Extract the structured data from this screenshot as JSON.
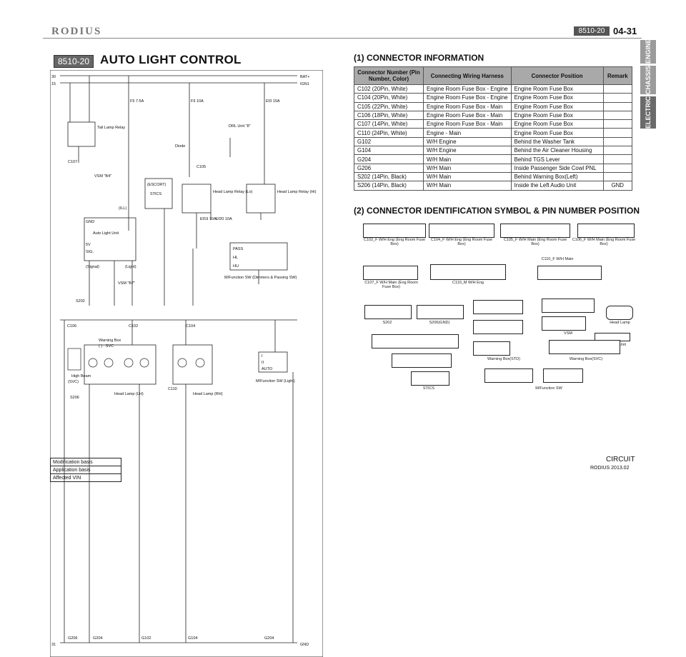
{
  "header": {
    "logo": "RODIUS",
    "section_code": "8510-20",
    "page_number": "04-31",
    "side_tabs": [
      "ENGINE",
      "CHASSIS",
      "ELECTRIC"
    ]
  },
  "left": {
    "badge": "8510-20",
    "title": "AUTO LIGHT CONTROL",
    "labels": {
      "bus30": "30",
      "bus15": "15",
      "bus31": "31",
      "batp": "BAT+",
      "ign1": "IGN1",
      "gnd": "GND",
      "tail_relay": "Tail Lamp Relay",
      "head_relay_lo": "Head Lamp Relay (Lo)",
      "head_relay_hi": "Head Lamp Relay (Hi)",
      "auto_unit": "Auto Light Unit",
      "stics": "STICS",
      "mf_pass": "M/Function SW (Dimmers & Passing SW)",
      "mf_light": "M/Function SW (Light)",
      "warning_box": "Warning Box",
      "svc_note": "( ) : SVC",
      "head_lh": "Head Lamp (LH)",
      "head_rh": "Head Lamp (RH)",
      "f5": "F5 7.5A",
      "f9": "F9 10A",
      "ef3": "Ef3 15A",
      "ef19": "Ef19 10A",
      "ef20": "Ef20 10A",
      "drl": "DRL Unit \"8\"",
      "vsm_b4": "VSM \"B4\"",
      "vsm_b7": "VSM \"B7\"",
      "pass": "PASS",
      "hl": "HL",
      "hu": "HU",
      "sw_i": "I",
      "sw_ii": "II",
      "sw_auto": "AUTO",
      "g206": "G206",
      "g204": "G204",
      "g102": "G102",
      "g104": "G104",
      "c107": "C107",
      "c105": "C105",
      "c106": "C106",
      "c102": "C102",
      "c104": "C104",
      "c110": "C110",
      "s202": "S202",
      "s206": "S206",
      "diode": "Diode",
      "escort": "(ESCORT)",
      "high_beam": "High Beam",
      "svc": "(SVC)",
      "signal": "(Signal)",
      "light": "(Light)",
      "ill": "(ILL)",
      "gnd_pin": "GND",
      "sv": "5V",
      "sig": "SIG."
    }
  },
  "connector_info": {
    "title": "(1) CONNECTOR INFORMATION",
    "headers": [
      "Connector Number (Pin Number, Color)",
      "Connecting Wiring Harness",
      "Connector Position",
      "Remark"
    ],
    "rows": [
      [
        "C102 (20Pin, White)",
        "Engine Room Fuse Box - Engine",
        "Engine Room Fuse Box",
        ""
      ],
      [
        "C104 (20Pin, White)",
        "Engine Room Fuse Box - Engine",
        "Engine Room Fuse Box",
        ""
      ],
      [
        "C105 (22Pin, White)",
        "Engine Room Fuse Box - Main",
        "Engine Room Fuse Box",
        ""
      ],
      [
        "C106 (18Pin, White)",
        "Engine Room Fuse Box - Main",
        "Engine Room Fuse Box",
        ""
      ],
      [
        "C107 (14Pin, White)",
        "Engine Room Fuse Box - Main",
        "Engine Room Fuse Box",
        ""
      ],
      [
        "C110 (24Pin, White)",
        "Engine - Main",
        "Engine Room Fuse Box",
        ""
      ],
      [
        "G102",
        "W/H Engine",
        "Behind the Washer Tank",
        ""
      ],
      [
        "G104",
        "W/H Engine",
        "Behind the Air Cleaner Housing",
        ""
      ],
      [
        "G204",
        "W/H Main",
        "Behind TGS Lever",
        ""
      ],
      [
        "G206",
        "W/H Main",
        "Inside Passenger Side Cowl PNL",
        ""
      ],
      [
        "S202 (14Pin, Black)",
        "W/H Main",
        "Behind Warning Box(Left)",
        ""
      ],
      [
        "S206 (14Pin, Black)",
        "W/H Main",
        "Inside the Left Audio Unit",
        "GND"
      ]
    ]
  },
  "pin_section": {
    "title": "(2) CONNECTOR IDENTIFICATION SYMBOL & PIN NUMBER POSITION",
    "captions": {
      "c102": "C102_F W/H Eng (Eng Room Fuse Box)",
      "c104": "C104_F W/H Eng (Eng Room Fuse Box)",
      "c105": "C105_F W/H Main (Eng Room Fuse Box)",
      "c106": "C106_F W/H Main (Eng Room Fuse Box)",
      "c107": "C107_F W/H Main (Eng Room Fuse Box)",
      "c110m": "C110_M W/H Eng",
      "c110f": "C110_F W/H Main",
      "s202": "S202",
      "s206": "S206(GND)",
      "head_lamp": "Head Lamp",
      "auto_light": "Auto Light Unit",
      "vsm": "VSM",
      "wb_std": "Warning Box(STD)",
      "wb_svc": "Warning Box(SVC)",
      "stics": "STICS",
      "mfsw": "M/Function SW"
    }
  },
  "footer": {
    "rows": [
      "Modification basis",
      "Application basis",
      "Affected VIN"
    ],
    "circuit": "CIRCUIT",
    "date": "RODIUS 2013.02"
  }
}
